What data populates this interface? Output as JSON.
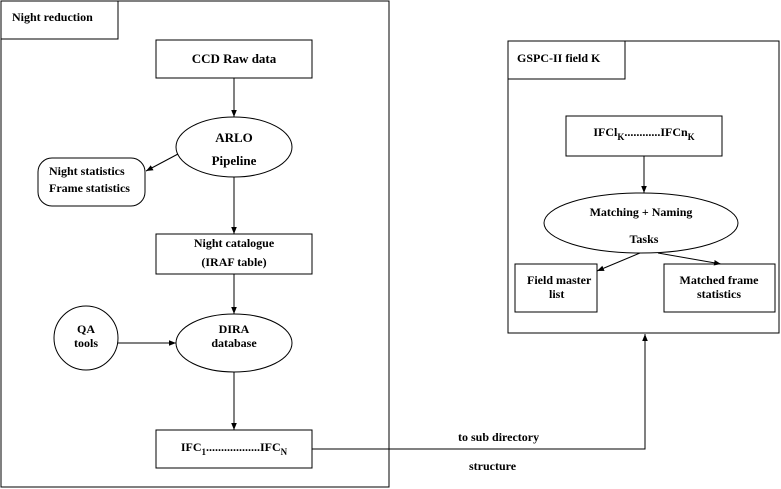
{
  "panels": {
    "left_title": "Night reduction",
    "right_title": "GSPC-II field K"
  },
  "nodes": {
    "ccd_raw": "CCD Raw data",
    "arlo_1": "ARLO",
    "arlo_2": "Pipeline",
    "stats_1": "Night statistics",
    "stats_2": "Frame statistics",
    "night_cat_1": "Night catalogue",
    "night_cat_2": "(IRAF table)",
    "qa_1": "QA",
    "qa_2": "tools",
    "dira_1": "DIRA",
    "dira_2": "database",
    "ifc_main": "IFC",
    "ifc_sub1": "1",
    "ifc_dots": "..................IFC",
    "ifc_subN": "N",
    "ifcl_main": "IFCl",
    "ifcl_subK": "K",
    "ifcl_dots": "............IFCn",
    "ifcn_subK": "K",
    "match_1": "Matching + Naming",
    "match_2": "Tasks",
    "field_1": "Field master",
    "field_2": "list",
    "matched_1": "Matched frame",
    "matched_2": "statistics"
  },
  "edge_labels": {
    "to_sub_1": "to sub directory",
    "to_sub_2": "structure"
  },
  "colors": {
    "stroke": "#000000",
    "background": "#ffffff"
  }
}
